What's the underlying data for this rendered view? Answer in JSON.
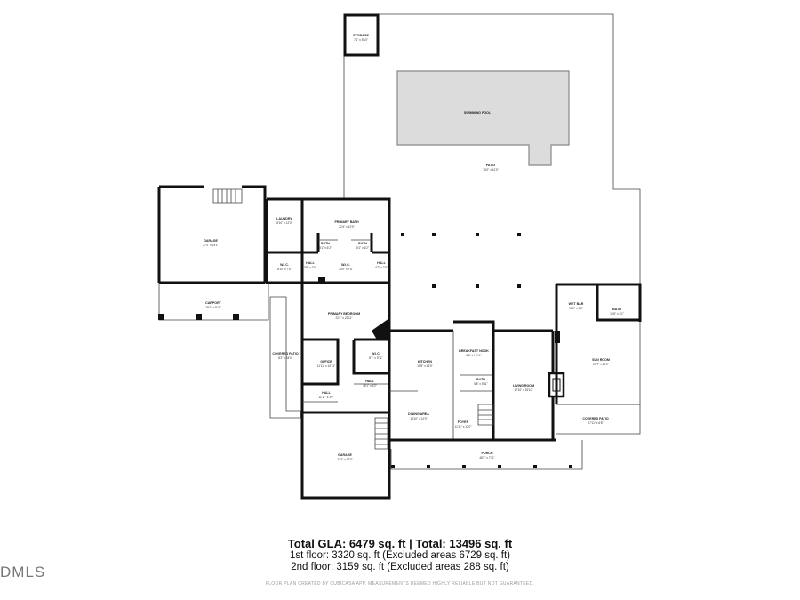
{
  "rooms": {
    "storage": {
      "name": "STORAGE",
      "dim": "7'1\" x 8'10\""
    },
    "pool": {
      "name": "SWIMMING POOL",
      "dim": ""
    },
    "patio": {
      "name": "PATIO",
      "dim": "76'0\" x 61'0\""
    },
    "garage_left": {
      "name": "GARAGE",
      "dim": "27'0\" x 24'1\""
    },
    "laundry": {
      "name": "LAUNDRY",
      "dim": "8'10\" x 12'0\""
    },
    "primary_bath": {
      "name": "PRIMARY BATH",
      "dim": "22'4\" x 12'0\""
    },
    "bath_a": {
      "name": "BATH",
      "dim": "5'1\" x 6'2\""
    },
    "bath_b": {
      "name": "BATH",
      "dim": "5'1\" x 6'2\""
    },
    "wic_left": {
      "name": "W.I.C.",
      "dim": "8'10\" x 7'6\""
    },
    "hall_a": {
      "name": "HALL",
      "dim": "3'9\" x 7'6\""
    },
    "wic_mid": {
      "name": "W.I.C.",
      "dim": "14'0\" x 7'6\""
    },
    "hall_b": {
      "name": "HALL",
      "dim": "4'7\" x 7'6\""
    },
    "carport": {
      "name": "CARPORT",
      "dim": "28'1\" x 9'11\""
    },
    "primary_bedroom": {
      "name": "PRIMARY BEDROOM",
      "dim": "22'4\" x 22'11\""
    },
    "wet_bar": {
      "name": "WET BAR",
      "dim": "10'2\" x 9'6\""
    },
    "bath_c": {
      "name": "BATH",
      "dim": "10'8\" x 8'1\""
    },
    "covered_patio_left": {
      "name": "COVERED PATIO",
      "dim": "8'2\" x 34'0\""
    },
    "office": {
      "name": "OFFICE",
      "dim": "11'11\" x 10'11\""
    },
    "wic_small": {
      "name": "W.I.C.",
      "dim": "8'1\" x 5'11\""
    },
    "kitchen": {
      "name": "KITCHEN",
      "dim": "15'8\" x 16'0\""
    },
    "breakfast_nook": {
      "name": "BREAKFAST NOOK",
      "dim": "9'6\" x 14'11\""
    },
    "sun_room": {
      "name": "SUN ROOM",
      "dim": "21'7\" x 20'0\""
    },
    "bath_d": {
      "name": "BATH",
      "dim": "5'8\" x 5'11\""
    },
    "living_room": {
      "name": "LIVING ROOM",
      "dim": "17'10\" x 26'10\""
    },
    "hall_c": {
      "name": "HALL",
      "dim": "16'1\" x 3'2\""
    },
    "hall_d": {
      "name": "HALL",
      "dim": "11'11\" x 3'0\""
    },
    "dining_area": {
      "name": "DINING AREA",
      "dim": "13'10\" x 12'0\""
    },
    "foyer": {
      "name": "FOYER",
      "dim": "11'11\" x 12'0\""
    },
    "covered_patio_right": {
      "name": "COVERED PATIO",
      "dim": "27'11\" x 6'8\""
    },
    "porch": {
      "name": "PORCH",
      "dim": "48'3\" x 7'11\""
    },
    "garage_bottom": {
      "name": "GARAGE",
      "dim": "22'4\" x 23'3\""
    }
  },
  "summary": {
    "total": "Total GLA: 6479 sq. ft | Total: 13496 sq. ft",
    "floor1": "1st floor: 3320 sq. ft (Excluded areas 6729 sq. ft)",
    "floor2": "2nd floor: 3159 sq. ft (Excluded areas 288 sq. ft)"
  },
  "disclaimer": "FLOOR PLAN CREATED BY CUBICASA APP. MEASUREMENTS DEEMED HIGHLY RELIABLE BUT NOT GUARANTEED.",
  "watermark": "DMLS",
  "colors": {
    "wall": "#111111",
    "pool": "#dcdcdc",
    "background": "#ffffff"
  }
}
